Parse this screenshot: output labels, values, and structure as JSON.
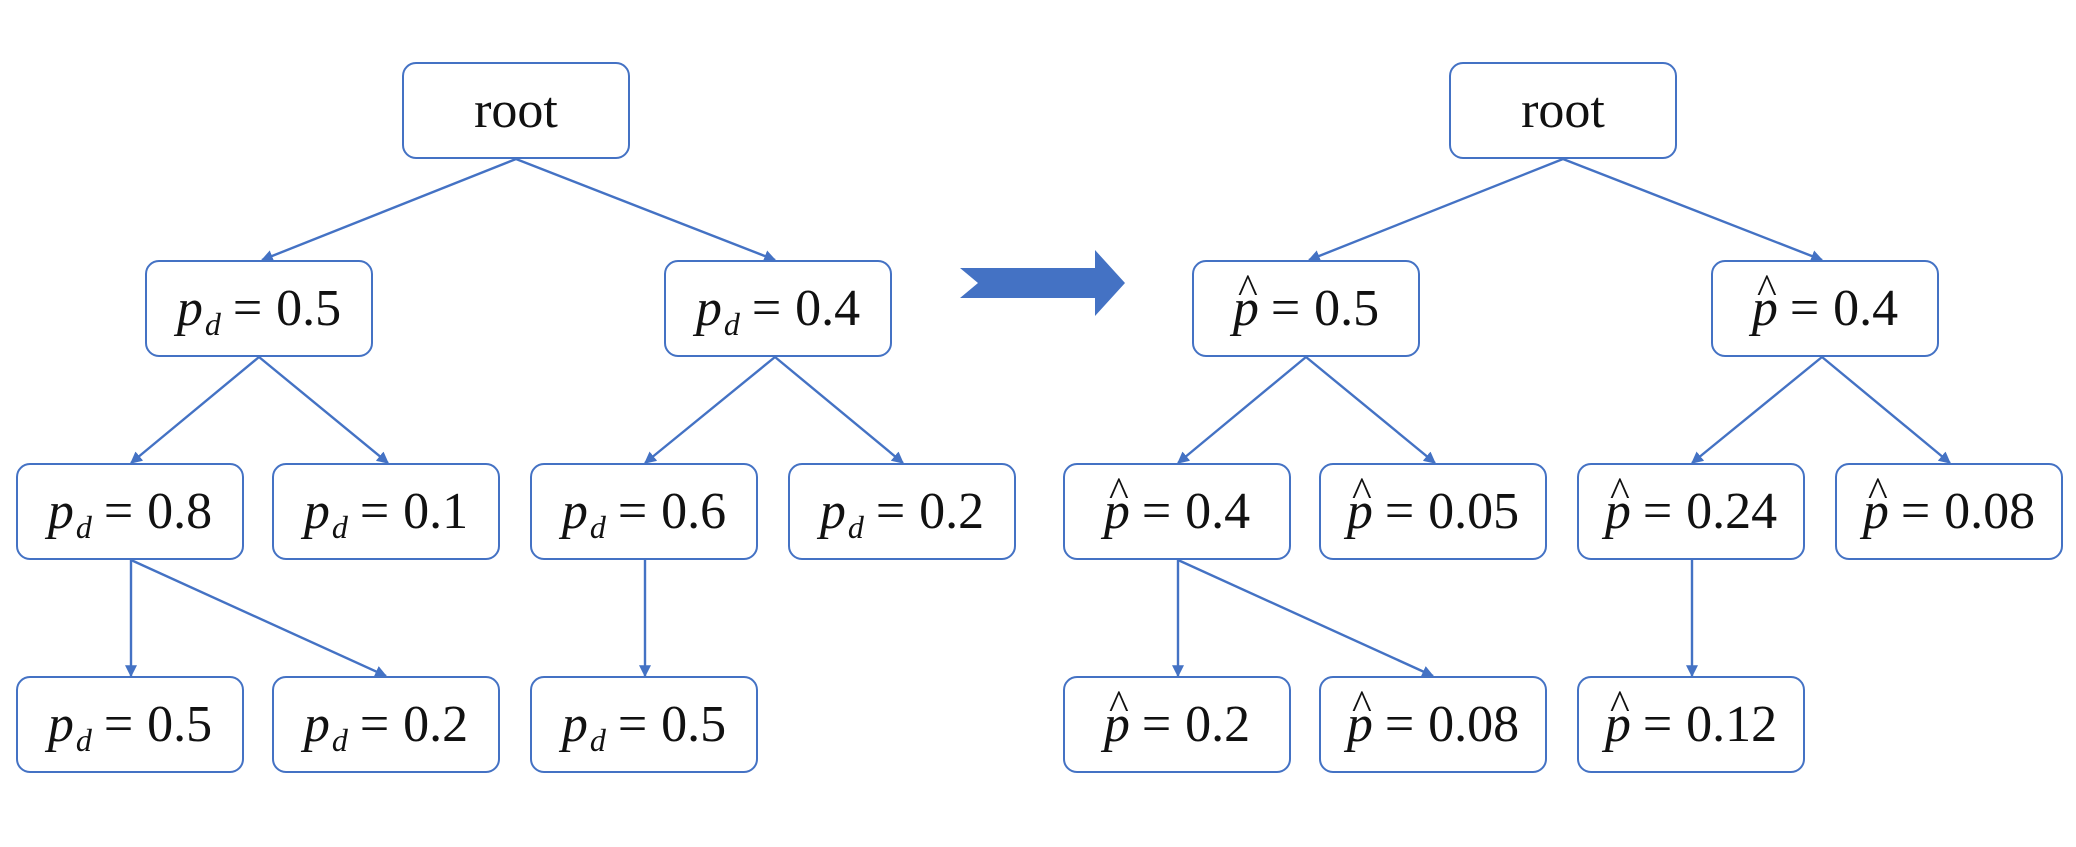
{
  "colors": {
    "accent": "#4472c4",
    "text": "#111111",
    "background": "#ffffff"
  },
  "left_tree": {
    "root": "root",
    "var": "p",
    "subscript": "d",
    "values": {
      "a": "0.5",
      "b": "0.4",
      "a1": "0.8",
      "a2": "0.1",
      "b1": "0.6",
      "b2": "0.2",
      "a1a": "0.5",
      "a1b": "0.2",
      "b1a": "0.5"
    }
  },
  "right_tree": {
    "root": "root",
    "var": "p",
    "hat": "^",
    "values": {
      "a": "0.5",
      "b": "0.4",
      "a1": "0.4",
      "a2": "0.05",
      "b1": "0.24",
      "b2": "0.08",
      "a1a": "0.2",
      "a1b": "0.08",
      "b1a": "0.12"
    }
  },
  "equals": "=",
  "transition_icon": "right-arrow-icon"
}
